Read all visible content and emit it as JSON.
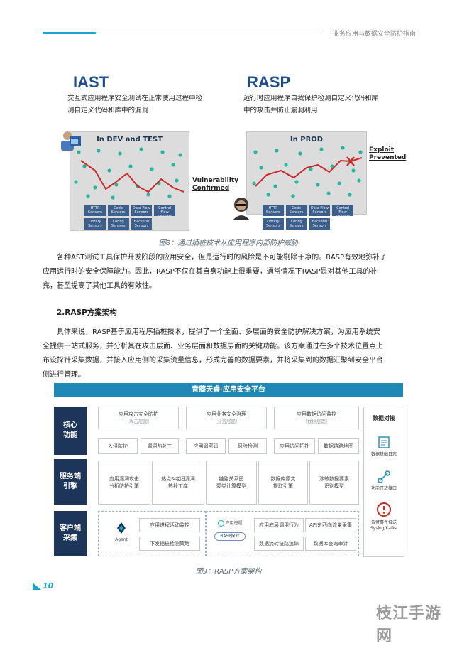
{
  "header": {
    "title": "业务应用与数据安全防护指南"
  },
  "figure8": {
    "iast": {
      "title": "IAST",
      "desc_line1": "交互式应用程序安全测试在正常使用过程中检",
      "desc_line2": "测自定义代码和库中的漏洞",
      "panel_title": "In DEV and TEST",
      "callout_line1": "Vulnerability",
      "callout_line2": "Confirmed"
    },
    "rasp": {
      "title": "RASP",
      "desc_line1": "运行时应用程序自我保护检测自定义代码和库",
      "desc_line2": "中的攻击并防止漏洞利用",
      "panel_title": "In PROD",
      "callout_line1": "Exploit",
      "callout_line2": "Prevented"
    },
    "sensors": [
      {
        "line1": "HTTP",
        "line2": "Sensors"
      },
      {
        "line1": "Code",
        "line2": "Sensors"
      },
      {
        "line1": "Data Flow",
        "line2": "Sensors"
      },
      {
        "line1": "Control Flow",
        "line2": "Sensors"
      },
      {
        "line1": "Library",
        "line2": "Sensors"
      },
      {
        "line1": "Config",
        "line2": "Sensors"
      },
      {
        "line1": "Backend",
        "line2": "Sensors"
      }
    ],
    "caption": "图8：通过插桩技术从应用程序内部防护威胁"
  },
  "body": {
    "p1_line1": "各种AST测试工具保护开发阶段的应用安全，但是运行时的风险是不可能剔除干净的。RASP有效地弥补了",
    "p1_line2": "应用运行时的安全保障能力。因此，RASP不仅在其自身功能上很重要，通常情况下RASP是对其他工具的补",
    "p1_line3": "充，甚至提高了其他工具的有效性。",
    "section": "2.RASP方案架构",
    "p2_line1": "具体来说，RASP基于应用程序插桩技术，提供了一个全面、多层面的安全防护解决方案，为应用系统安",
    "p2_line2": "全提供一站式服务，并分析其在攻击层面、业务层面和数据层面的关键功能。该方案通过在多个技术位置点上",
    "p2_line3": "布设探针采集数据，并接入应用侧的采集流量信息，形成完善的数据要素，并将采集到的数据汇聚到安全平台",
    "p2_line4": "侧进行管理。"
  },
  "figure9": {
    "title": "青藤天睿·应用安全平台",
    "core": {
      "label_line1": "核心",
      "label_line2": "功能",
      "groups": [
        {
          "title": "应用攻击安全防护",
          "sub": "（攻击层面）"
        },
        {
          "title": "应用业务安全治理",
          "sub": "（业务层面）"
        },
        {
          "title": "应用数据访问监控",
          "sub": "（数据层面）"
        }
      ],
      "items": [
        "入侵防护",
        "漏洞热补丁",
        "应用弱密码",
        "风险检测",
        "应用访问拓扑",
        "数据链路地图"
      ]
    },
    "engine": {
      "label_line1": "服务端",
      "label_line2": "引擎",
      "items": [
        {
          "line1": "应用漏洞攻击",
          "line2": "分析防护引擎"
        },
        {
          "line1": "热点&老旧漏洞",
          "line2": "热补丁库"
        },
        {
          "line1": "链路关系图",
          "line2": "聚类计算模型"
        },
        {
          "line1": "数据库原文",
          "line2": "提取引擎"
        },
        {
          "line1": "涉敏数据要素",
          "line2": "识别模型"
        }
      ]
    },
    "client": {
      "label_line1": "客户端",
      "label_line2": "采集",
      "agent": "Agent",
      "left_items": [
        "应用进程活动监控",
        "下发插桩检测策略"
      ],
      "app_process": "应用进程",
      "rasp_probe": "RASP探针",
      "right_items": [
        "应用底层调用行为",
        "API东西向流量采集",
        "数据流转链路追踪",
        "数据库查询审计"
      ]
    },
    "side": {
      "title": "数据对接",
      "item1": "数据基础日志",
      "item2": "功能开放接口",
      "item3_line1": "告警事件推送",
      "item3_line2": "Syslog/Kafka"
    },
    "caption": "图9：RASP方案架构"
  },
  "footer": {
    "page_number": "10",
    "watermark": "枝江手游网"
  },
  "colors": {
    "accent": "#1aa6c8",
    "navy": "#1c3558",
    "blue_bar": "#1f88b5",
    "chart_line": "#cc2a2a",
    "chart_dot": "#26b7a1"
  }
}
